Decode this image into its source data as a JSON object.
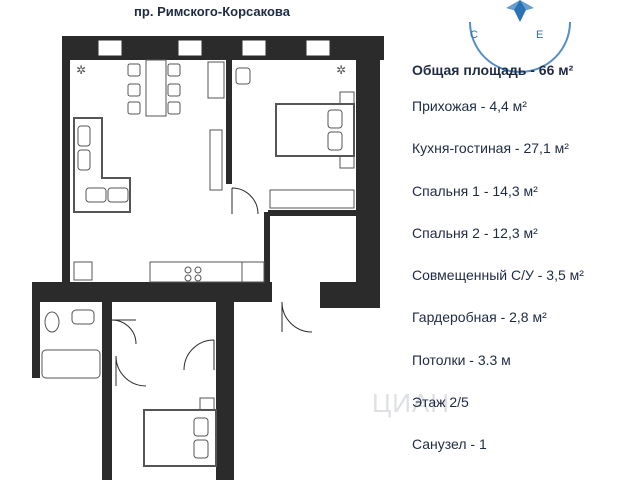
{
  "header": {
    "street": "пр. Римского-Корсакова"
  },
  "summary": {
    "total_area": "Общая площадь - 66 м²"
  },
  "rooms": [
    {
      "label": "Прихожая - 4,4 м²"
    },
    {
      "label": "Кухня-гостиная - 27,1 м²"
    },
    {
      "label": "Спальня 1 - 14,3 м²"
    },
    {
      "label": "Спальня 2 - 12,3 м²"
    },
    {
      "label": "Совмещенный С/У - 3,5 м²"
    },
    {
      "label": "Гардеробная - 2,8 м²"
    },
    {
      "label": "Потолки - 3.3 м"
    },
    {
      "label": "Этаж 2/5"
    },
    {
      "label": "Санузел - 1"
    }
  ],
  "compass": {
    "labels": [
      "С",
      "Е"
    ]
  },
  "watermark": {
    "text": "ЦИАН"
  },
  "colors": {
    "wall": "#2b2b2b",
    "text": "#1f2a44",
    "compass": "#2a73b5",
    "furniture": "#555555"
  }
}
